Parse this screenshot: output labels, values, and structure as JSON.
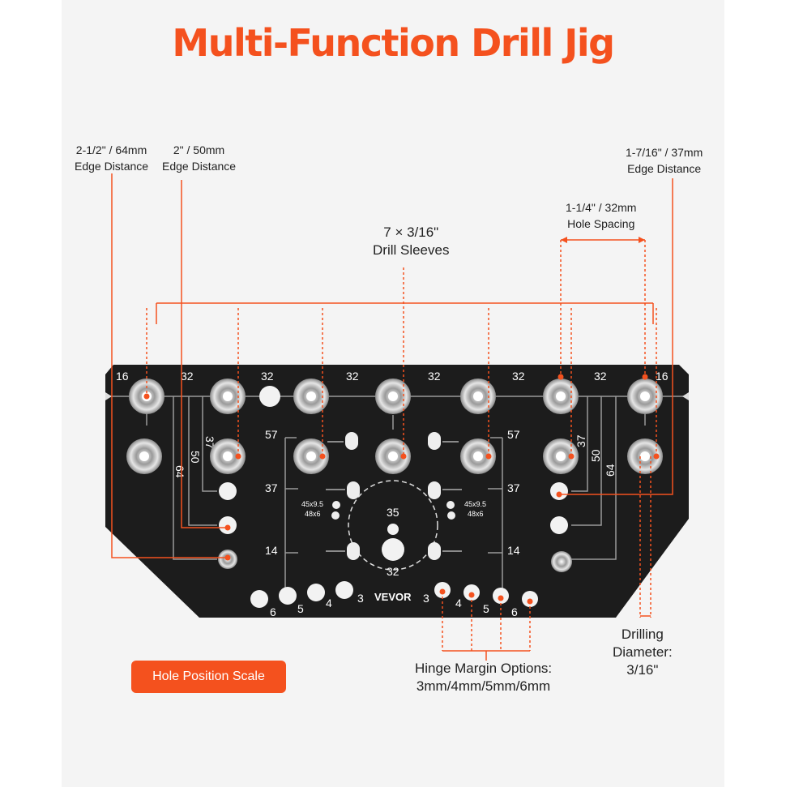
{
  "title": "Multi-Function Drill Jig",
  "captions": {
    "edge_64": [
      "2-1/2\" / 64mm",
      "Edge Distance"
    ],
    "edge_50": [
      "2\" / 50mm",
      "Edge Distance"
    ],
    "edge_37": [
      "1-7/16\" / 37mm",
      "Edge Distance"
    ],
    "hole_spacing": [
      "1-1/4\" / 32mm",
      "Hole Spacing"
    ],
    "drill_sleeves": [
      "7 × 3/16\"",
      "Drill  Sleeves"
    ],
    "drilling_diameter": [
      "Drilling",
      "Diameter:",
      "3/16\""
    ],
    "hinge_margin": [
      "Hinge Margin Options:",
      "3mm/4mm/5mm/6mm"
    ]
  },
  "button": {
    "label": "Hole Position Scale"
  },
  "jig": {
    "brand": "VEVOR",
    "top_scale": [
      "16",
      "32",
      "32",
      "32",
      "32",
      "32",
      "32",
      "16"
    ],
    "left_vertical": [
      "37",
      "50",
      "64"
    ],
    "right_vertical": [
      "37",
      "50",
      "64"
    ],
    "left_rows": [
      "57",
      "37",
      "14"
    ],
    "right_rows": [
      "57",
      "37",
      "14"
    ],
    "center_upper": "35",
    "center_lower": "32",
    "slot_labels_left": [
      "45x9.5",
      "48x6"
    ],
    "slot_labels_right": [
      "45x9.5",
      "48x6"
    ],
    "margin_left": [
      "6",
      "5",
      "4",
      "3"
    ],
    "margin_right": [
      "3",
      "4",
      "5",
      "6"
    ]
  },
  "colors": {
    "accent": "#f4511e",
    "plate": "#1c1c1c",
    "background": "#f4f4f4"
  }
}
